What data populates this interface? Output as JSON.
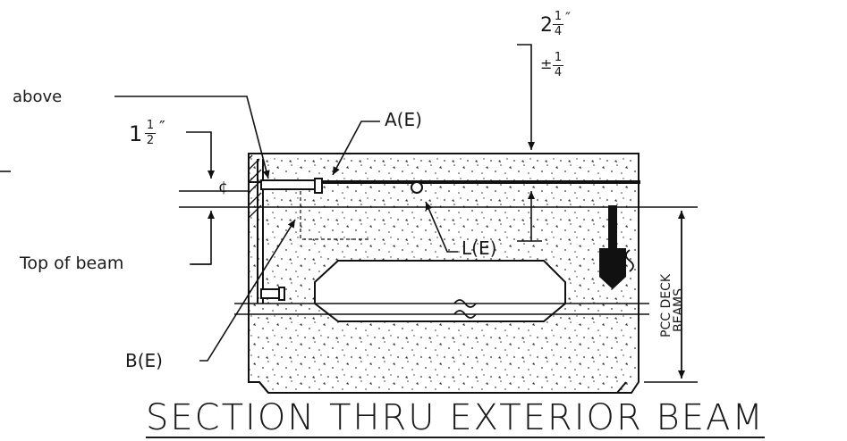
{
  "title": "SECTION THRU EXTERIOR BEAM",
  "labels": {
    "above": "above",
    "top_of_beam": "Top of beam",
    "a_e": "A(E)",
    "l_e": "L(E)",
    "b_e": "B(E)",
    "pcc_deck": "PCC DECK",
    "beams": "BEAMS",
    "centerline": "¢"
  },
  "dimensions": {
    "overlay": {
      "whole": "2",
      "num": "1",
      "den": "4",
      "unit": "″"
    },
    "tolerance": {
      "prefix": "±",
      "num": "1",
      "den": "4"
    },
    "offset": {
      "whole": "1",
      "num": "1",
      "den": "2",
      "unit": "″"
    }
  }
}
